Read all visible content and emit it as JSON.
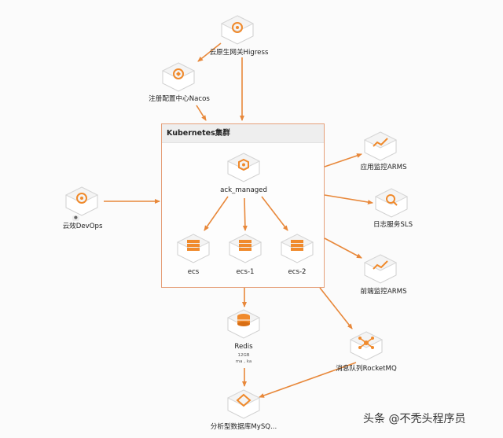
{
  "cluster": {
    "title": "Kubernetes集群"
  },
  "nodes": {
    "gateway": {
      "label": "云原生网关Higress",
      "icon": "gateway-icon"
    },
    "nacos": {
      "label": "注册配置中心Nacos",
      "icon": "nacos-icon"
    },
    "ack": {
      "label": "ack_managed",
      "icon": "kubernetes-icon"
    },
    "ecs": {
      "label": "ecs",
      "icon": "server-icon"
    },
    "ecs1": {
      "label": "ecs-1",
      "icon": "server-icon"
    },
    "ecs2": {
      "label": "ecs-2",
      "icon": "server-icon"
    },
    "devops": {
      "label": "云效DevOps",
      "icon": "devops-icon"
    },
    "arms_app": {
      "label": "应用监控ARMS",
      "icon": "monitor-chart-icon"
    },
    "sls": {
      "label": "日志服务SLS",
      "icon": "log-search-icon"
    },
    "arms_fe": {
      "label": "前端监控ARMS",
      "icon": "monitor-chart-icon"
    },
    "redis": {
      "label": "Redis",
      "sub1": "12GB",
      "sub2": "ma , ka",
      "icon": "database-stack-icon"
    },
    "rocketmq": {
      "label": "消息队列RocketMQ",
      "icon": "message-queue-icon"
    },
    "mysql": {
      "label": "分析型数据库MySQ...",
      "icon": "analytic-db-icon"
    }
  },
  "colors": {
    "accent": "#f08a2c",
    "arrow": "#e8883a",
    "border": "#e6a07a"
  },
  "watermark": "头条 @不秃头程序员"
}
